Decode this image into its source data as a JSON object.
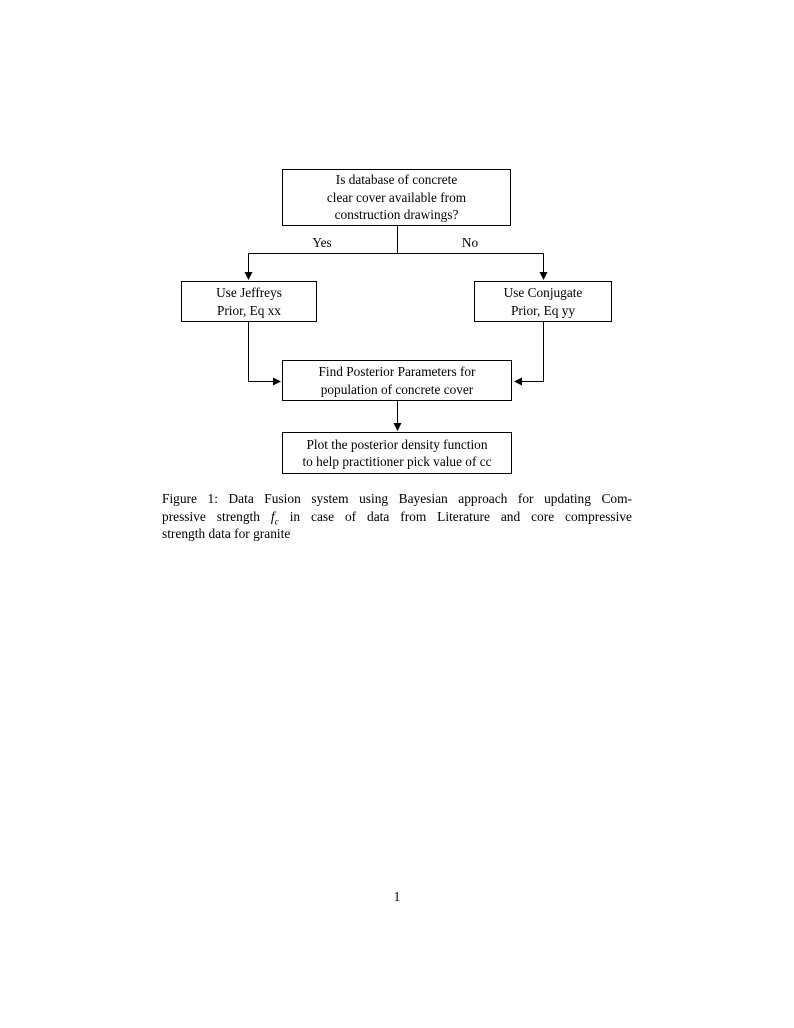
{
  "colors": {
    "ink": "#000000",
    "paper": "#ffffff"
  },
  "figure": {
    "flowchart": {
      "question": {
        "lines": [
          "Is database of concrete",
          "clear cover available from",
          "construction drawings?"
        ]
      },
      "branch_yes": "Yes",
      "branch_no": "No",
      "jeffreys": {
        "lines": [
          "Use Jeffreys",
          "Prior, Eq xx"
        ]
      },
      "conjugate": {
        "lines": [
          "Use Conjugate",
          "Prior, Eq yy"
        ]
      },
      "posterior": {
        "lines": [
          "Find Posterior Parameters for",
          "population of concrete cover"
        ]
      },
      "plot": {
        "lines": [
          "Plot the posterior density function",
          "to help practitioner pick value of cc"
        ]
      }
    },
    "caption": {
      "line1": "Figure 1: Data Fusion system using Bayesian approach for updating Com-",
      "line2_before": "pressive strength",
      "math_f": "f",
      "math_sub": "c",
      "line2_after": "in case of data from Literature and core compressive",
      "line3": "strength data for granite"
    }
  },
  "page": {
    "number": "1"
  }
}
